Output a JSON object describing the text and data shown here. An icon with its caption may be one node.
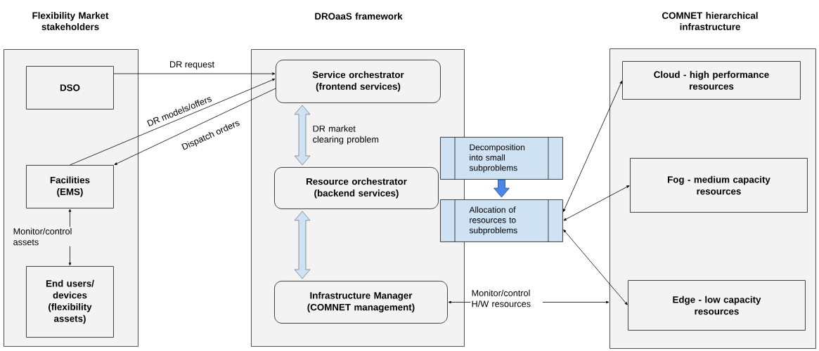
{
  "diagram": {
    "nodes": [
      {
        "text": [
          "Flexibility Market stakeholders"
        ]
      },
      {
        "text": [
          "DSO"
        ],
        "in": 0
      },
      {
        "text": [
          "Facilities (EMS)"
        ],
        "in": 0
      },
      {
        "text": [
          "End users/ devices (flexibility assets)"
        ],
        "in": 0
      },
      {
        "text": [
          "DROaaS framework"
        ]
      },
      {
        "text": [
          "Service orchestrator (frontend services)"
        ],
        "in": 4
      },
      {
        "text": [
          "Resource orchestrator (backend services)"
        ],
        "in": 4
      },
      {
        "text": [
          "Infrastructure Manager (COMNET management)"
        ],
        "in": 4
      },
      {
        "text": [
          "Decomposition into small subproblems"
        ]
      },
      {
        "text": [
          "Allocation of resources to subproblems"
        ]
      },
      {
        "text": [
          "COMNET hierarchical infrastructure"
        ]
      },
      {
        "text": [
          "Cloud - high performance resources"
        ],
        "in": 10
      },
      {
        "text": [
          "Fog - medium capacity resources"
        ],
        "in": 10
      },
      {
        "text": [
          "Edge - low capacity resources"
        ],
        "in": 10
      }
    ],
    "edges": [
      {
        "from": 1,
        "to": 5,
        "arrow": "to",
        "label": "DR request"
      },
      {
        "from": 2,
        "to": 5,
        "arrow": "to",
        "label": "DR models/offers"
      },
      {
        "from": 5,
        "to": 2,
        "arrow": "to",
        "label": "Dispatch orders"
      },
      {
        "from": 2,
        "to": 3,
        "arrow": "both",
        "label": "Monitor/control assets"
      },
      {
        "from": 5,
        "to": 6,
        "arrow": "both",
        "label": "DR market clearing problem",
        "style": "thick",
        "color": "#cfe2f3"
      },
      {
        "from": 6,
        "to": 7,
        "arrow": "both",
        "style": "thick",
        "color": "#cfe2f3"
      },
      {
        "from": 8,
        "to": 9,
        "arrow": "to",
        "style": "thick",
        "color": "#4a86e8"
      },
      {
        "from": 9,
        "to": 11,
        "arrow": "both"
      },
      {
        "from": 9,
        "to": 12,
        "arrow": "both"
      },
      {
        "from": 9,
        "to": 13,
        "arrow": "both"
      },
      {
        "from": 7,
        "to": 10,
        "arrow": "both",
        "label": "Monitor/control H/W resources"
      }
    ]
  }
}
